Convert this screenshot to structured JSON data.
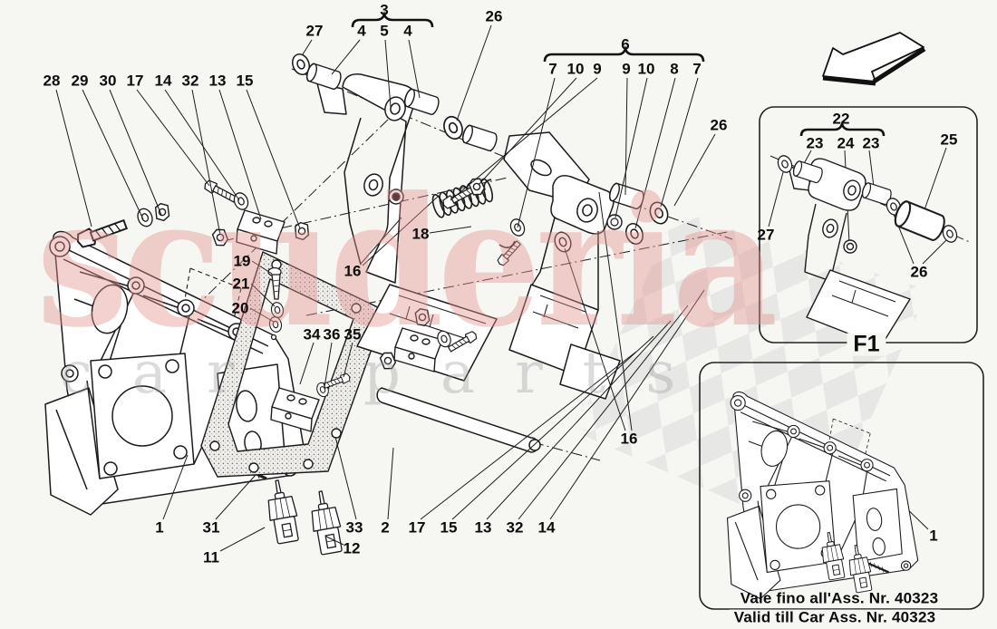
{
  "colors": {
    "background": "#f6f7f3",
    "line": "#1c1c1c",
    "watermark_pink": "#e4928f",
    "watermark_gray": "#9a9a9a",
    "checker_gray": "#d8d8d8"
  },
  "watermark": {
    "brand": "scuderia",
    "subbrand": "car parts"
  },
  "icons": {
    "direction_arrow": "down-left-outline-arrow"
  },
  "diagram": {
    "callouts": [
      {
        "text": "28"
      },
      {
        "text": "29"
      },
      {
        "text": "30"
      },
      {
        "text": "17"
      },
      {
        "text": "14"
      },
      {
        "text": "32"
      },
      {
        "text": "13"
      },
      {
        "text": "15"
      },
      {
        "text": "27"
      },
      {
        "text": "3"
      },
      {
        "text": "4"
      },
      {
        "text": "5"
      },
      {
        "text": "4"
      },
      {
        "text": "26"
      },
      {
        "text": "6"
      },
      {
        "text": "7"
      },
      {
        "text": "10"
      },
      {
        "text": "9"
      },
      {
        "text": "9"
      },
      {
        "text": "10"
      },
      {
        "text": "8"
      },
      {
        "text": "7"
      },
      {
        "text": "26"
      },
      {
        "text": "18"
      },
      {
        "text": "19"
      },
      {
        "text": "21"
      },
      {
        "text": "20"
      },
      {
        "text": "16"
      },
      {
        "text": "34"
      },
      {
        "text": "36"
      },
      {
        "text": "35"
      },
      {
        "text": "16"
      },
      {
        "text": "1"
      },
      {
        "text": "31"
      },
      {
        "text": "11"
      },
      {
        "text": "33"
      },
      {
        "text": "12"
      },
      {
        "text": "2"
      },
      {
        "text": "17"
      },
      {
        "text": "15"
      },
      {
        "text": "13"
      },
      {
        "text": "32"
      },
      {
        "text": "14"
      }
    ]
  },
  "f1_panel": {
    "label": "F1",
    "callouts": [
      {
        "text": "22"
      },
      {
        "text": "23"
      },
      {
        "text": "24"
      },
      {
        "text": "23"
      },
      {
        "text": "25"
      },
      {
        "text": "27"
      },
      {
        "text": "26"
      }
    ]
  },
  "validity_panel": {
    "callout": "1",
    "line1": "Vale fino all'Ass. Nr. 40323",
    "line2": "Valid till Car Ass. Nr. 40323"
  }
}
